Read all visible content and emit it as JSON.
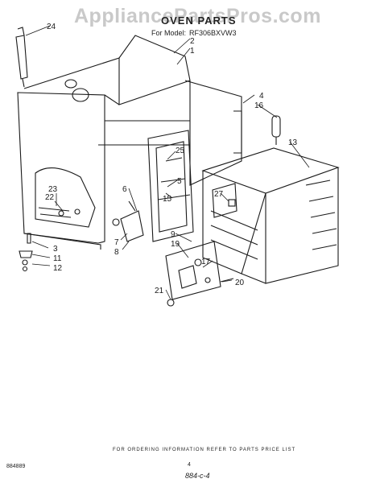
{
  "watermark": "AppliancePartsPros.com",
  "title": "OVEN PARTS",
  "model": {
    "prefix": "For Model:",
    "number": "RF306BXVW3"
  },
  "callouts": {
    "c1": "1",
    "c2": "2",
    "c3": "3",
    "c4": "4",
    "c5": "5",
    "c6": "6",
    "c7": "7",
    "c8": "8",
    "c9": "9",
    "c11": "11",
    "c12": "12",
    "c13": "13",
    "c15": "15",
    "c16": "16",
    "c17": "17",
    "c19": "19",
    "c20": "20",
    "c21": "21",
    "c22": "22",
    "c23": "23",
    "c24": "24",
    "c25": "25",
    "c27": "27"
  },
  "footer": "FOR ORDERING INFORMATION REFER TO PARTS PRICE LIST",
  "doc_number": "884889",
  "page_number": "4",
  "handwritten_code": "884-c-4"
}
